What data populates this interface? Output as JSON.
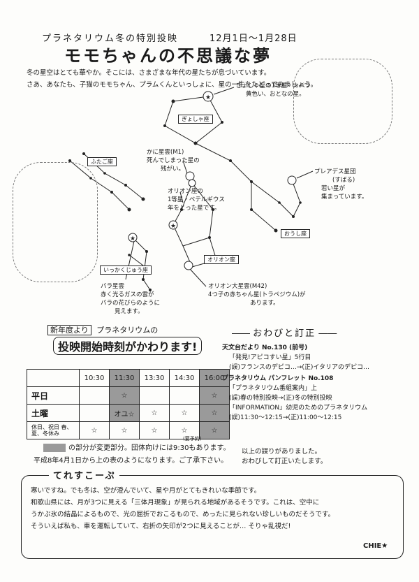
{
  "header": {
    "subtitle": "プラネタリウム冬の特別投映",
    "dates": "12月1日〜1月28日",
    "title": "モモちゃんの不思議な夢"
  },
  "intro": [
    "冬の星空はとても華やか。そこには、さまざまな年代の星たちが息づいています。",
    "さあ、あなたも、子猫のモモちゃん、プラムくんといっしょに、星の一生をたどってみましょう。"
  ],
  "sky": {
    "box_labels": {
      "auriga": "ぎょしゃ座",
      "gemini": "ふたご座",
      "orion": "オリオン座",
      "taurus": "おうし座",
      "monoceros": "いっかくじゅう座"
    },
    "notes": {
      "capella": [
        "ぎょしゃ座の1等星・カペラ",
        "黄色い、おとなの星。"
      ],
      "crab": [
        "かに星雲(M1)",
        "死んでしまった星の",
        "残がい。"
      ],
      "betelgeuse": [
        "オリオン座の",
        "1等星・ベテルギウス",
        "年をとった星です。"
      ],
      "pleiades": [
        "プレアデス星団",
        "(すばる)",
        "若い星が",
        "集まっています。"
      ],
      "orion_nebula": [
        "オリオン大星雲(M42)",
        "4つ子の赤ちゃん星(トラペジウム)が",
        "あります。"
      ],
      "rosette": [
        "バラ星雲",
        "赤く光るガスの雲が",
        "バラの花びらのように",
        "見えます。"
      ]
    }
  },
  "schedule": {
    "pre_label": "新年度より",
    "line1": "プラネタリウムの",
    "line2": "投映開始時刻がかわります!",
    "times": [
      "10:30",
      "11:30",
      "13:30",
      "14:30",
      "16:00"
    ],
    "rows": [
      {
        "label": "平日",
        "cells": [
          "",
          "☆",
          "",
          "",
          "☆"
        ]
      },
      {
        "label": "土曜",
        "cells": [
          "",
          "オユ☆",
          "☆",
          "☆",
          "☆"
        ]
      },
      {
        "label": "休日、祝日 春、夏、冬休み",
        "cells": [
          "☆",
          "☆",
          "☆",
          "☆",
          "☆"
        ]
      }
    ],
    "shaded_cols": [
      1,
      4
    ],
    "note1": "の部分が変更部分。団体向けには9:30もあります。",
    "note_small": "(要予約)",
    "note2": "平成8年4月1日から上の表のようになります。ご了承下さい。"
  },
  "errata": {
    "title": "おわびと訂正",
    "items": [
      {
        "head": "天文台だより No.130 (前号)",
        "lines": [
          "「発見!アピコすい星」5行目",
          "(誤)フランスのデピコ…→(正)イタリアのデピコ…"
        ]
      },
      {
        "head": "プラネタリウム パンフレット No.108",
        "lines": [
          "「プラネタリウム番組案内」上",
          "(誤)春の特別投映→(正)冬の特別投映",
          "「INFORMATION」幼児のためのプラネタリウム",
          "(誤)11:30〜12:15→(正)11:00〜12:15"
        ]
      }
    ],
    "closing": [
      "以上の誤りがありました。",
      "おわびして訂正いたします。"
    ]
  },
  "telescope": {
    "title": "てれすこーぷ",
    "lines": [
      "寒いですね。でも冬は、空が澄んでいて、星や月がとてもきれいな季節です。",
      "和歌山県には、月が3つに見える「三体月現象」が見られる地域があるそうです。これは、空中に",
      "うかぶ氷の結晶によるもので、光の屈折でおこるもので、めったに見られない珍しいものだそうです。",
      "そういえば私も、車を運転していて、右折の矢印が2つに見えることが…  そりゃ乱視だ!"
    ],
    "signature": "CHIE★"
  }
}
